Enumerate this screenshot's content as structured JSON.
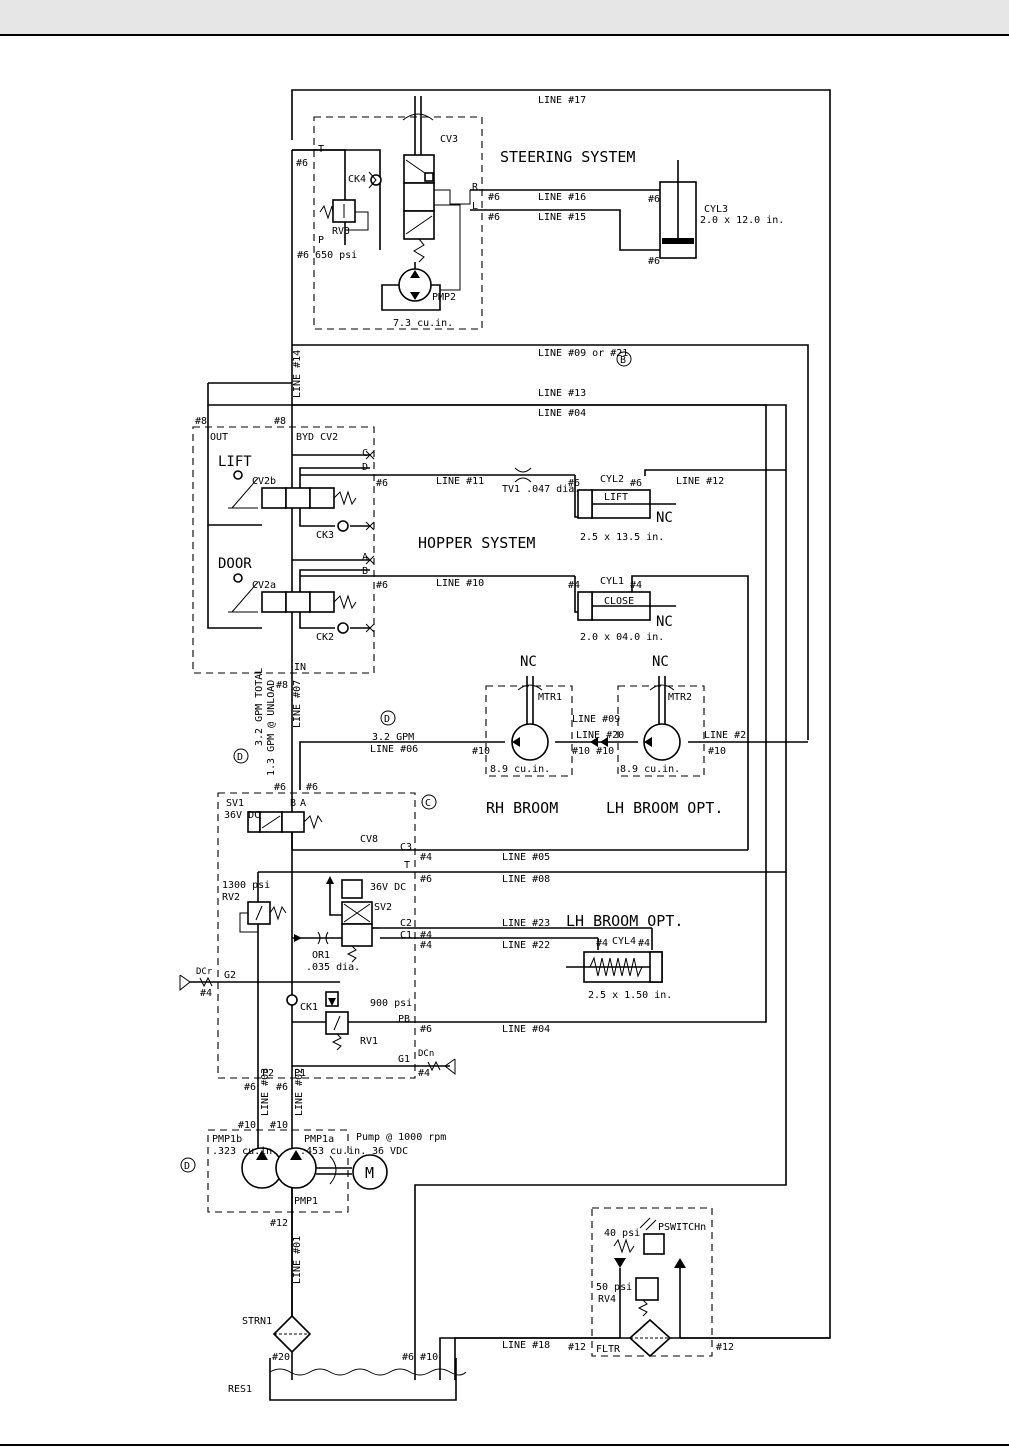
{
  "labels": {
    "line17": "LINE #17",
    "t_port": "T",
    "p_port": "P",
    "r_port": "R",
    "l_port": "L",
    "cv3": "CV3",
    "ck4": "CK4",
    "rv3": "RV3",
    "psi650": "#6 650 psi",
    "pmp2": "PMP2",
    "cuin73": "7.3 cu.in.",
    "steering": "STEERING SYSTEM",
    "n6a": "#6",
    "n6b": "#6",
    "n6c": "#6",
    "n6d": "#6",
    "n6e": "#6",
    "line16": "LINE #16",
    "line15": "LINE #15",
    "cyl3": "CYL3",
    "cyl3size": "2.0 x 12.0 in.",
    "line09or": "LINE #09 or #21",
    "line14": "LINE #14",
    "line13": "LINE #13",
    "line04a": "LINE #04",
    "n8a": "#8",
    "n8b": "#8",
    "out": "OUT",
    "bydcv2": "BYD CV2",
    "lift": "LIFT",
    "cv2b": "CV2b",
    "c_port": "C",
    "d_port": "D",
    "n6f": "#6",
    "line11": "LINE #11",
    "tv1": "TV1 .047 dia.",
    "n6g": "#6",
    "cyl2": "CYL2",
    "n6h": "#6",
    "line12": "LINE #12",
    "liftlbl": "LIFT",
    "nc1": "NC",
    "ck3": "CK3",
    "cyl2size": "2.5 x 13.5 in.",
    "hopper": "HOPPER SYSTEM",
    "door": "DOOR",
    "a_port": "A",
    "b_port": "B",
    "cv2a": "CV2a",
    "n6i": "#6",
    "line10": "LINE #10",
    "n4a": "#4",
    "cyl1": "CYL1",
    "n4b": "#4",
    "close": "CLOSE",
    "nc2": "NC",
    "ck2": "CK2",
    "cyl1size": "2.0 x 04.0 in.",
    "in": "IN",
    "n8c": "#8",
    "line07": "LINE #07",
    "gpm32total": "3.2 GPM TOTAL",
    "gpm13": "1.3 GPM @ UNLOAD",
    "nc3": "NC",
    "nc4": "NC",
    "mtr1": "MTR1",
    "mtr2": "MTR2",
    "line09": "LINE #09",
    "line20": "LINE #20",
    "gpm32": "3.2 GPM",
    "line06": "LINE #06",
    "n10a": "#10",
    "n10b": "#10 #10",
    "line2": "LINE #2",
    "n10c": "#10",
    "cuin89a": "8.9 cu.in.",
    "cuin89b": "8.9 cu.in.",
    "n6j": "#6",
    "n6k": "#6",
    "sv1": "SV1",
    "v36a": "36V DC",
    "b2": "B",
    "a2": "A",
    "cv8": "CV8",
    "rhbroom": "RH BROOM",
    "lhbroom": "LH BROOM OPT.",
    "c3": "C3",
    "t2": "T",
    "n4c": "#4",
    "line05": "LINE #05",
    "n6l": "#6",
    "line08": "LINE #08",
    "psi1300": "1300 psi",
    "rv2": "RV2",
    "v36b": "36V DC",
    "sv2": "SV2",
    "c2": "C2",
    "c1": "C1",
    "line23": "LINE #23",
    "n4d": "#4",
    "n4e": "#4",
    "line22": "LINE #22",
    "lhbroom2": "LH BROOM OPT.",
    "or1": "OR1",
    "or1dia": ".035 dia.",
    "n4f": "#4",
    "cyl4": "CYL4",
    "n4g": "#4",
    "cyl4size": "2.5 x 1.50 in.",
    "dcr": "DCr",
    "g2": "G2",
    "n4h": "#4",
    "ck1": "CK1",
    "psi900": "900 psi",
    "pb": "PB",
    "n6m": "#6",
    "line04b": "LINE #04",
    "rv1": "RV1",
    "g1": "G1",
    "dcn": "DCn",
    "n4i": "#4",
    "p2": "P2",
    "p1": "P1",
    "n6n": "#6",
    "n6o": "#6",
    "line03": "LINE #03",
    "line02": "LINE #02",
    "n10d": "#10",
    "n10e": "#10",
    "pmp1b": "PMP1b",
    "cuin323": ".323 cu.in.",
    "pmp1a": "PMP1a",
    "cuin453": ".453 cu.in.",
    "pumprpm": "Pump @ 1000 rpm",
    "v36vdc": "36 VDC",
    "motor_m": "M",
    "pmp1": "PMP1",
    "n12a": "#12",
    "line01": "LINE #01",
    "pswitch": "PSWITCHn",
    "psi40": "40 psi",
    "psi50": "50 psi",
    "rv4": "RV4",
    "strn1": "STRN1",
    "n20": "#20",
    "n610": "#6 #10",
    "line18": "LINE #18",
    "n12b": "#12",
    "fltr": "FLTR",
    "n12c": "#12",
    "res1": "RES1",
    "circ_b": "B",
    "circ_c": "C",
    "circ_d1": "D",
    "circ_d2": "D",
    "circ_d3": "D"
  }
}
